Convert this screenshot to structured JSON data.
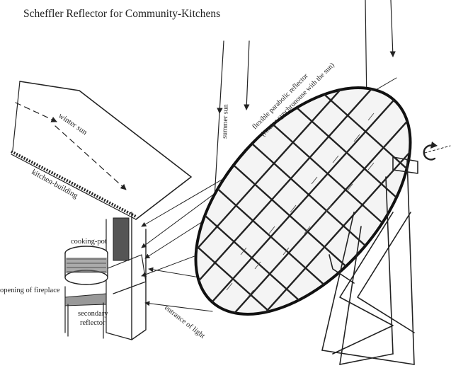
{
  "title": "Scheffler Reflector for Community-Kitchens",
  "labels": {
    "winter_sun": "winter sun",
    "kitchen_building": "kitchen-building",
    "summer_sun": "summer sun",
    "reflector_line1": "flexible parabolic reflector",
    "reflector_line2": "(rotates synchronouse with the sun)",
    "cooking_pot": "cooking-pot",
    "opening_of_fireplace": "opening of fireplace",
    "secondary_reflector_line1": "secondary",
    "secondary_reflector_line2": "reflector",
    "entrance_of_light": "entrance of light"
  }
}
